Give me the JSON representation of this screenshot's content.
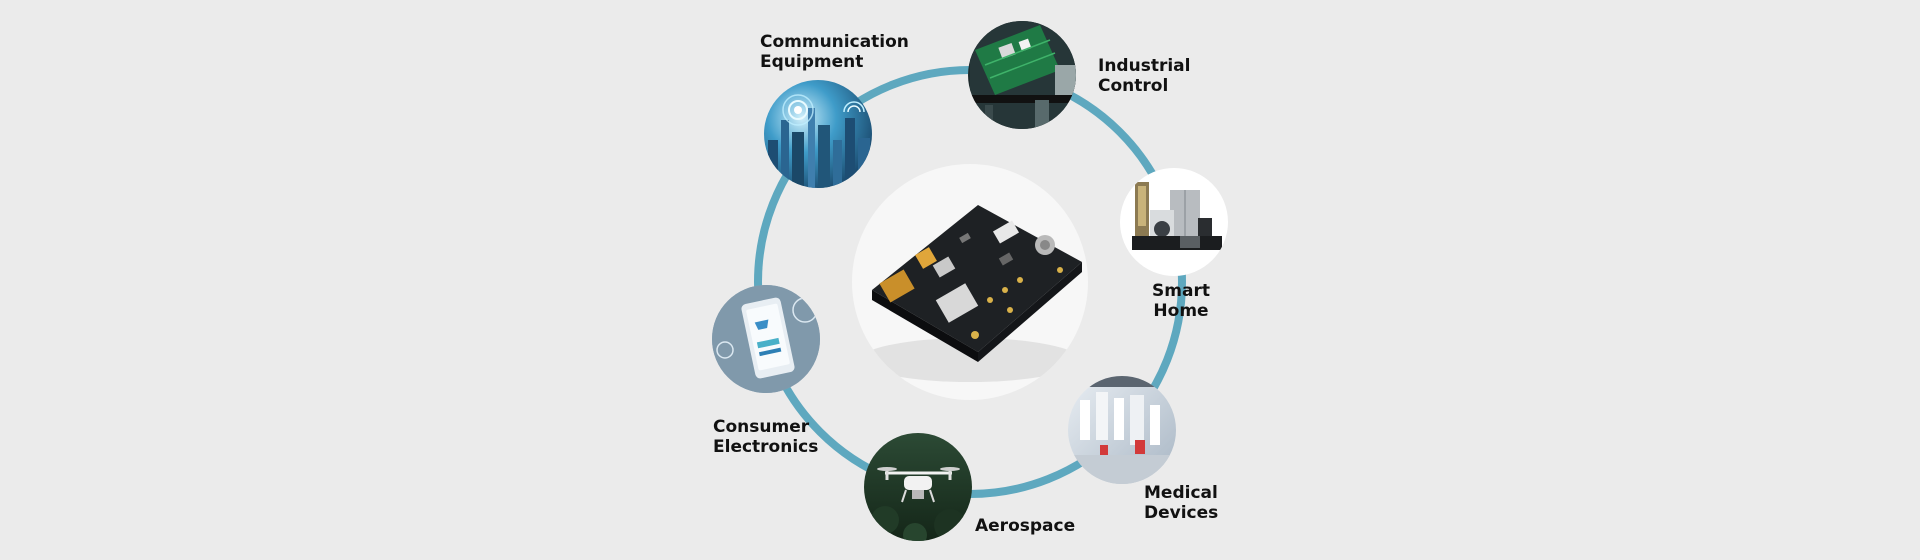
{
  "colors": {
    "background": "#ebebeb",
    "ring": "#5ea8bf",
    "label": "#111111"
  },
  "center": {
    "name": "pcb-module",
    "icon": "circuit-board-icon"
  },
  "applications": [
    {
      "id": "communication-equipment",
      "label": "Communication\nEquipment",
      "icon": "city-wireless-icon"
    },
    {
      "id": "industrial-control",
      "label": "Industrial\nControl",
      "icon": "green-circuit-board-icon"
    },
    {
      "id": "smart-home",
      "label": "Smart\nHome",
      "icon": "home-appliances-icon"
    },
    {
      "id": "medical-devices",
      "label": "Medical\nDevices",
      "icon": "lab-equipment-icon"
    },
    {
      "id": "aerospace",
      "label": "Aerospace",
      "icon": "drone-icon"
    },
    {
      "id": "consumer-electronics",
      "label": "Consumer\nElectronics",
      "icon": "smartphone-icon"
    }
  ]
}
